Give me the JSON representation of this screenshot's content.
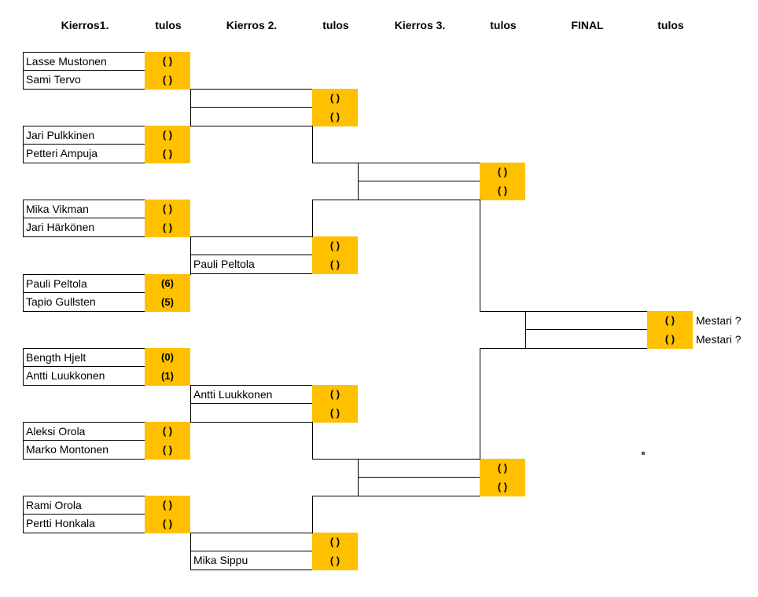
{
  "headers": [
    "Kierros1.",
    "tulos",
    "Kierros 2.",
    "tulos",
    "Kierros 3.",
    "tulos",
    "FINAL",
    "tulos"
  ],
  "round1": [
    {
      "a": "Lasse Mustonen",
      "as": "( )",
      "b": "Sami Tervo",
      "bs": "( )"
    },
    {
      "a": "Jari Pulkkinen",
      "as": "( )",
      "b": "Petteri Ampuja",
      "bs": "( )"
    },
    {
      "a": "Mika Vikman",
      "as": "( )",
      "b": "Jari Härkönen",
      "bs": "( )"
    },
    {
      "a": "Pauli Peltola",
      "as": "(6)",
      "b": "Tapio Gullsten",
      "bs": "(5)"
    },
    {
      "a": "Bength Hjelt",
      "as": "(0)",
      "b": "Antti Luukkonen",
      "bs": "(1)"
    },
    {
      "a": "Aleksi Orola",
      "as": "( )",
      "b": "Marko Montonen",
      "bs": "( )"
    },
    {
      "a": "Rami Orola",
      "as": "( )",
      "b": "Pertti Honkala",
      "bs": "( )"
    }
  ],
  "round2": [
    {
      "a": "",
      "as": "( )",
      "b": "",
      "bs": "( )"
    },
    {
      "a": "",
      "as": "( )",
      "b": "Pauli Peltola",
      "bs": "( )"
    },
    {
      "a": "Antti Luukkonen",
      "as": "( )",
      "b": "",
      "bs": "( )"
    },
    {
      "a": "",
      "as": "( )",
      "b": "Mika Sippu",
      "bs": "( )"
    }
  ],
  "round3": [
    {
      "a": "",
      "as": "( )",
      "b": "",
      "bs": "( )"
    },
    {
      "a": "",
      "as": "( )",
      "b": "",
      "bs": "( )"
    }
  ],
  "final": {
    "a": "",
    "as": "( )",
    "b": "",
    "bs": "( )"
  },
  "champion_labels": [
    "Mestari ?",
    "Mestari ?"
  ]
}
